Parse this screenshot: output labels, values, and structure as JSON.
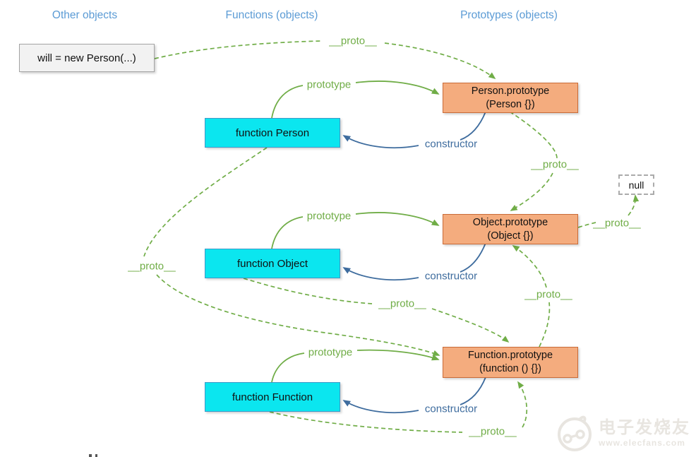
{
  "colors": {
    "header": "#5B9BD5",
    "green": "#70AD47",
    "blue": "#3E6C9E",
    "cyan_fill": "#0BE6EF",
    "cyan_border": "#3D9AC9",
    "orange_fill": "#F4AC7E",
    "orange_border": "#C96B38",
    "gray_fill": "#F2F2F2",
    "gray_border": "#A3A3A3",
    "watermark": "#E8E5E0"
  },
  "headers": {
    "other": "Other objects",
    "functions": "Functions (objects)",
    "prototypes": "Prototypes (objects)"
  },
  "nodes": {
    "will": "will = new Person(...)",
    "function_person": "function Person",
    "function_object": "function Object",
    "function_function": "function Function",
    "person_prototype_line1": "Person.prototype",
    "person_prototype_line2": "(Person {})",
    "object_prototype_line1": "Object.prototype",
    "object_prototype_line2": "(Object {})",
    "function_prototype_line1": "Function.prototype",
    "function_prototype_line2": "(function () {})",
    "null_value": "null"
  },
  "edge_labels": {
    "proto": "__proto__",
    "prototype": "prototype",
    "constructor": "constructor"
  },
  "watermark": {
    "name": "电子发烧友",
    "url": "www.elecfans.com"
  }
}
